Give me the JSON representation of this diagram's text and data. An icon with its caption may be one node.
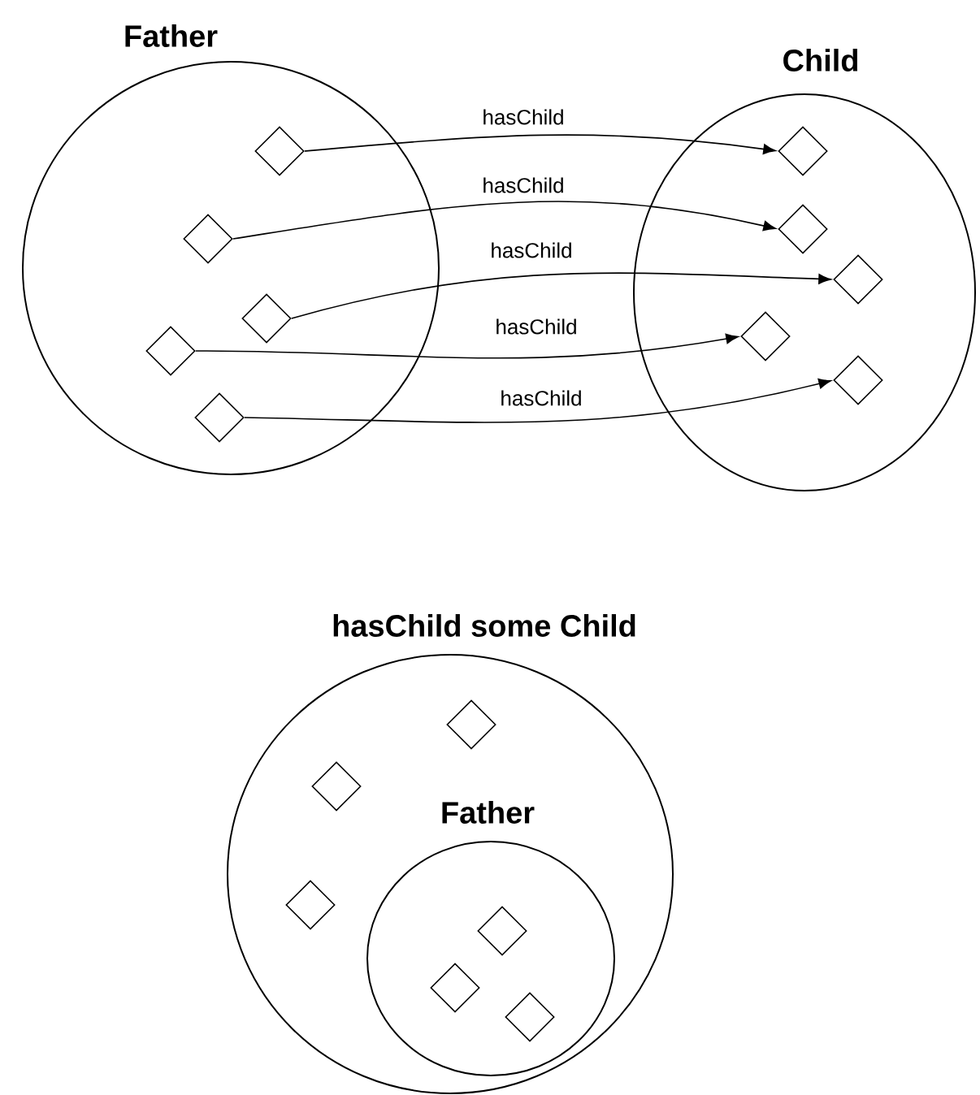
{
  "diagram": {
    "nodes": [
      {
        "text": [
          "Father"
        ]
      },
      {
        "text": [],
        "shape": "diamond",
        "in": 0
      },
      {
        "text": [],
        "shape": "diamond",
        "in": 0
      },
      {
        "text": [],
        "shape": "diamond",
        "in": 0
      },
      {
        "text": [],
        "shape": "diamond",
        "in": 0
      },
      {
        "text": [],
        "shape": "diamond",
        "in": 0
      },
      {
        "text": [
          "Child"
        ]
      },
      {
        "text": [],
        "shape": "diamond",
        "in": 6
      },
      {
        "text": [],
        "shape": "diamond",
        "in": 6
      },
      {
        "text": [],
        "shape": "diamond",
        "in": 6
      },
      {
        "text": [],
        "shape": "diamond",
        "in": 6
      },
      {
        "text": [],
        "shape": "diamond",
        "in": 6
      },
      {
        "text": [
          "hasChild some Child"
        ]
      },
      {
        "text": [],
        "shape": "diamond",
        "in": 12
      },
      {
        "text": [],
        "shape": "diamond",
        "in": 12
      },
      {
        "text": [],
        "shape": "diamond",
        "in": 12
      },
      {
        "text": [
          "Father"
        ],
        "in": 12
      },
      {
        "text": [],
        "shape": "diamond",
        "in": 16
      },
      {
        "text": [],
        "shape": "diamond",
        "in": 16
      },
      {
        "text": [],
        "shape": "diamond",
        "in": 16
      }
    ],
    "edges": [
      {
        "from": 1,
        "to": 7,
        "arrow": "to",
        "label": "hasChild"
      },
      {
        "from": 2,
        "to": 8,
        "arrow": "to",
        "label": "hasChild"
      },
      {
        "from": 3,
        "to": 9,
        "arrow": "to",
        "label": "hasChild"
      },
      {
        "from": 4,
        "to": 10,
        "arrow": "to",
        "label": "hasChild"
      },
      {
        "from": 5,
        "to": 11,
        "arrow": "to",
        "label": "hasChild"
      }
    ]
  }
}
